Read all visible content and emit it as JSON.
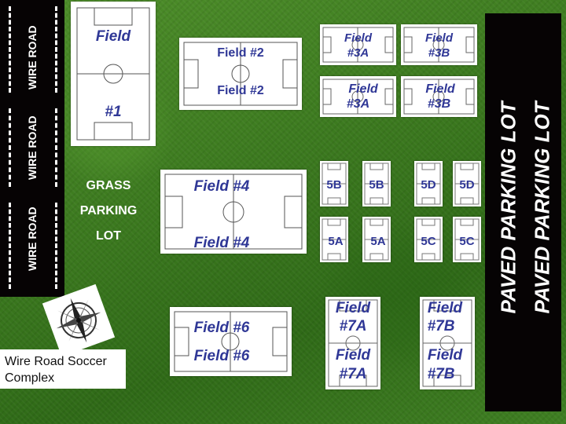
{
  "road_labels": [
    "WIRE ROAD",
    "WIRE ROAD",
    "WIRE ROAD"
  ],
  "parking_lot_labels": [
    "PAVED PARKING LOT",
    "PAVED PARKING LOT"
  ],
  "grass_lot": [
    "GRASS",
    "PARKING",
    "LOT"
  ],
  "caption": [
    "Wire Road Soccer",
    "Complex"
  ],
  "fields": [
    {
      "id": "field-1",
      "labels": [
        "Field",
        "#1"
      ]
    },
    {
      "id": "field-2",
      "labels": [
        "Field #2",
        "Field #2"
      ]
    },
    {
      "id": "field-3a-top",
      "labels": [
        "Field",
        "#3A"
      ]
    },
    {
      "id": "field-3b-top",
      "labels": [
        "Field",
        "#3B"
      ]
    },
    {
      "id": "field-3a-bottom",
      "labels": [
        "Field",
        "#3A"
      ]
    },
    {
      "id": "field-3b-bottom",
      "labels": [
        "Field",
        "#3B"
      ]
    },
    {
      "id": "field-4",
      "labels": [
        "Field #4",
        "Field #4"
      ]
    },
    {
      "id": "field-5b-1",
      "labels": [
        "5B"
      ]
    },
    {
      "id": "field-5b-2",
      "labels": [
        "5B"
      ]
    },
    {
      "id": "field-5d-1",
      "labels": [
        "5D"
      ]
    },
    {
      "id": "field-5d-2",
      "labels": [
        "5D"
      ]
    },
    {
      "id": "field-5a-1",
      "labels": [
        "5A"
      ]
    },
    {
      "id": "field-5a-2",
      "labels": [
        "5A"
      ]
    },
    {
      "id": "field-5c-1",
      "labels": [
        "5C"
      ]
    },
    {
      "id": "field-5c-2",
      "labels": [
        "5C"
      ]
    },
    {
      "id": "field-6",
      "labels": [
        "Field #6",
        "Field #6"
      ]
    },
    {
      "id": "field-7a",
      "labels": [
        "Field",
        "#7A",
        "Field",
        "#7A"
      ]
    },
    {
      "id": "field-7b",
      "labels": [
        "Field",
        "#7B",
        "Field",
        "#7B"
      ]
    }
  ],
  "colors": {
    "label": "#2f3796",
    "road": "#060304",
    "grass": "#3c7a1f"
  },
  "icons": {
    "compass": "compass-rose-icon"
  }
}
